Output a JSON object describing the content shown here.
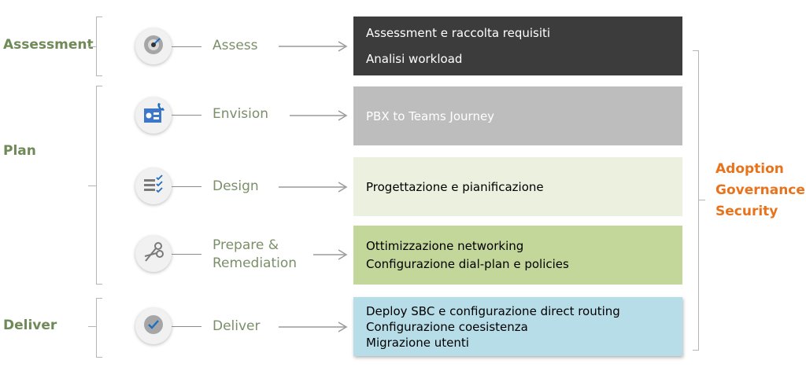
{
  "phases": {
    "assessment": "Assessment",
    "plan": "Plan",
    "deliver": "Deliver"
  },
  "steps": {
    "assess": "Assess",
    "envision": "Envision",
    "design": "Design",
    "prepare_line1": "Prepare &",
    "prepare_line2": "Remediation",
    "deliver": "Deliver"
  },
  "boxes": {
    "assess": [
      "Assessment e raccolta requisiti",
      "Analisi workload"
    ],
    "envision": [
      "PBX to Teams Journey"
    ],
    "design": [
      "Progettazione e pianificazione"
    ],
    "prepare": [
      "Ottimizzazione networking",
      "Configurazione dial-plan e policies"
    ],
    "deliver": [
      "Deploy SBC e configurazione direct routing",
      "Configurazione coesistenza",
      "Migrazione utenti"
    ]
  },
  "side_labels": [
    "Adoption",
    "Governance",
    "Security"
  ],
  "icons": {
    "assess": "gauge-icon",
    "envision": "phone-board-icon",
    "design": "checklist-icon",
    "prepare": "scissors-icon",
    "deliver": "checkmark-icon"
  },
  "colors": {
    "phase_text": "#6f8a57",
    "step_text": "#7b8f69",
    "side_text": "#e8731d",
    "box_assess": "#3c3c3c",
    "box_envision": "#bdbdbd",
    "box_design": "#ebf1de",
    "box_prepare": "#c4d79b",
    "box_deliver": "#b7dde8"
  }
}
